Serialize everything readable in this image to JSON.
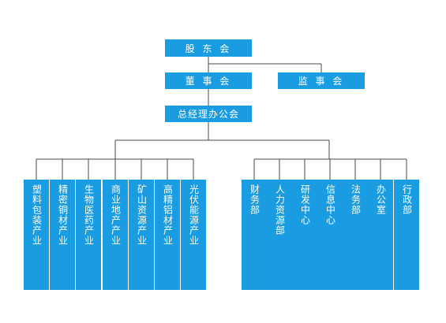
{
  "top": {
    "shareholders": "股 东 会",
    "board": "董 事 会",
    "supervisors": "监 事 会",
    "gm_office": "总经理办公会"
  },
  "industries": [
    "塑料包装产业",
    "精密铜材产业",
    "生物医药产业",
    "商业地产产业",
    "矿山资源产业",
    "高精铝材产业",
    "光伏能源产业"
  ],
  "departments": [
    "财务部",
    "人力资源部",
    "研发中心",
    "信息中心",
    "法务部",
    "办公室",
    "行政部"
  ],
  "colors": {
    "box": "#1a9ce2",
    "line": "#4a4a4a"
  }
}
